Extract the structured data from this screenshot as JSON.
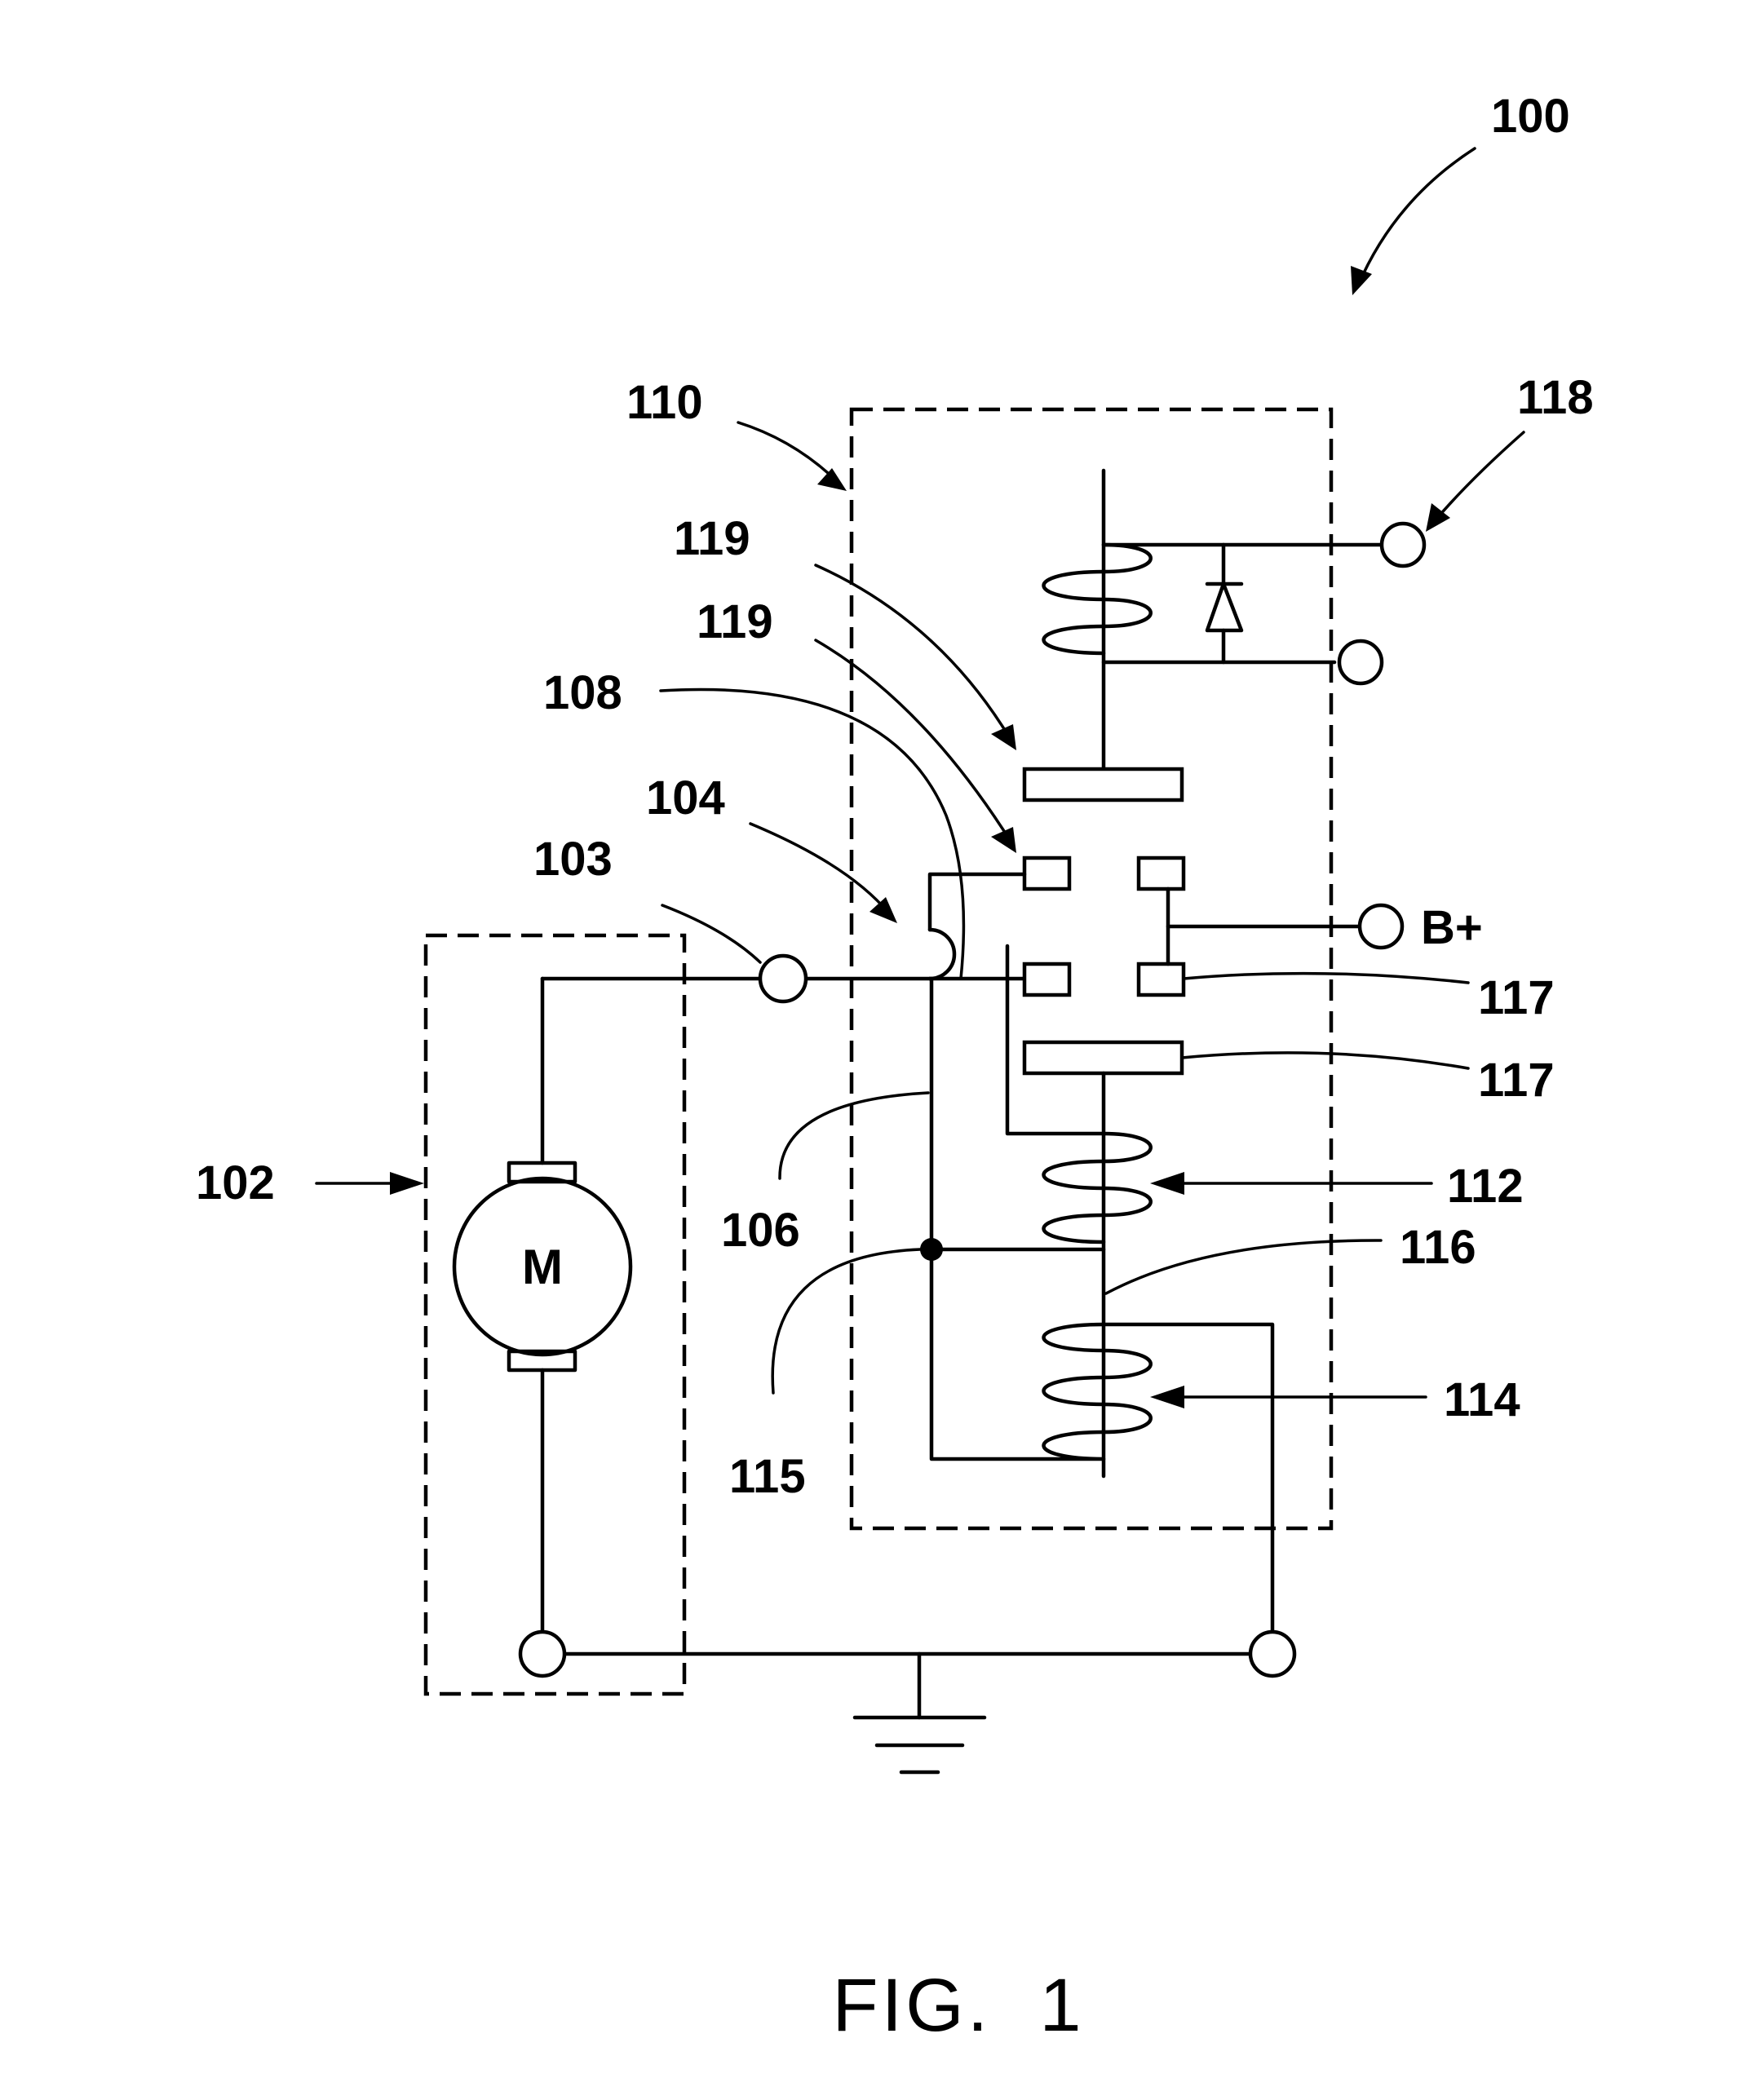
{
  "labels": {
    "system": "100",
    "motor_assembly": "102",
    "motor_terminal": "103",
    "crossover": "104",
    "conductor_106": "106",
    "conductor_108": "108",
    "solenoid": "110",
    "pull_in_coil": "112",
    "hold_in_coil": "114",
    "junction": "115",
    "plunger": "116",
    "contact_117_upper": "117",
    "contact_117_lower": "117",
    "control_terminal": "118",
    "contact_119_upper": "119",
    "contact_119_lower": "119",
    "battery": "B+"
  },
  "motor": {
    "letter": "M"
  },
  "caption": "FIG.  1"
}
